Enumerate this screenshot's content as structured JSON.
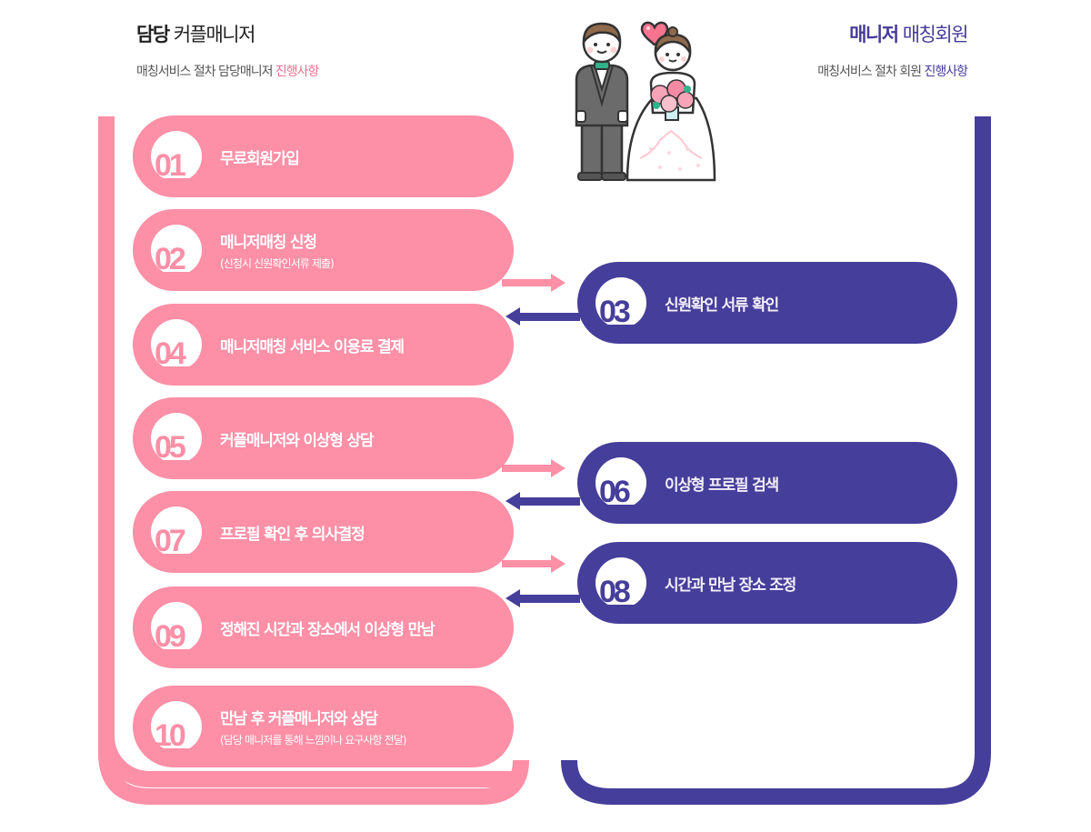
{
  "header_left": {
    "title_bold": "담당",
    "title_regular": "커플매니저",
    "subtitle": "매칭서비스 절차 담당매니저",
    "subtitle_highlight": "진행사항"
  },
  "header_right": {
    "title_bold": "매니저",
    "title_regular": "매칭회원",
    "subtitle": "매칭서비스 절차 회원",
    "subtitle_highlight": "진행사항"
  },
  "illustration": {
    "label": "wedding-couple",
    "icons": [
      "groom",
      "bride",
      "heart",
      "bouquet"
    ]
  },
  "colors": {
    "manager_pink": "#fd8fa6",
    "member_purple": "#463e9b",
    "highlight_pink": "#e8728e"
  },
  "steps": [
    {
      "num": "01",
      "side": "manager",
      "title": "무료회원가입",
      "note": ""
    },
    {
      "num": "02",
      "side": "manager",
      "title": "매니저매칭 신청",
      "note": "(신청시 신원확인서류 제출)"
    },
    {
      "num": "03",
      "side": "member",
      "title": "신원확인 서류 확인",
      "note": ""
    },
    {
      "num": "04",
      "side": "manager",
      "title": "매니저매칭 서비스 이용료 결제",
      "note": ""
    },
    {
      "num": "05",
      "side": "manager",
      "title": "커플매니저와 이상형 상담",
      "note": ""
    },
    {
      "num": "06",
      "side": "member",
      "title": "이상형 프로필 검색",
      "note": ""
    },
    {
      "num": "07",
      "side": "manager",
      "title": "프로필 확인 후 의사결정",
      "note": ""
    },
    {
      "num": "08",
      "side": "member",
      "title": "시간과 만남 장소 조정",
      "note": ""
    },
    {
      "num": "09",
      "side": "manager",
      "title": "정해진 시간과 장소에서 이상형 만남",
      "note": ""
    },
    {
      "num": "10",
      "side": "manager",
      "title": "만남 후 커플매니저와 상담",
      "note": "(담당 매니저를 통해 느낌이나 요구사항 전달)"
    }
  ]
}
